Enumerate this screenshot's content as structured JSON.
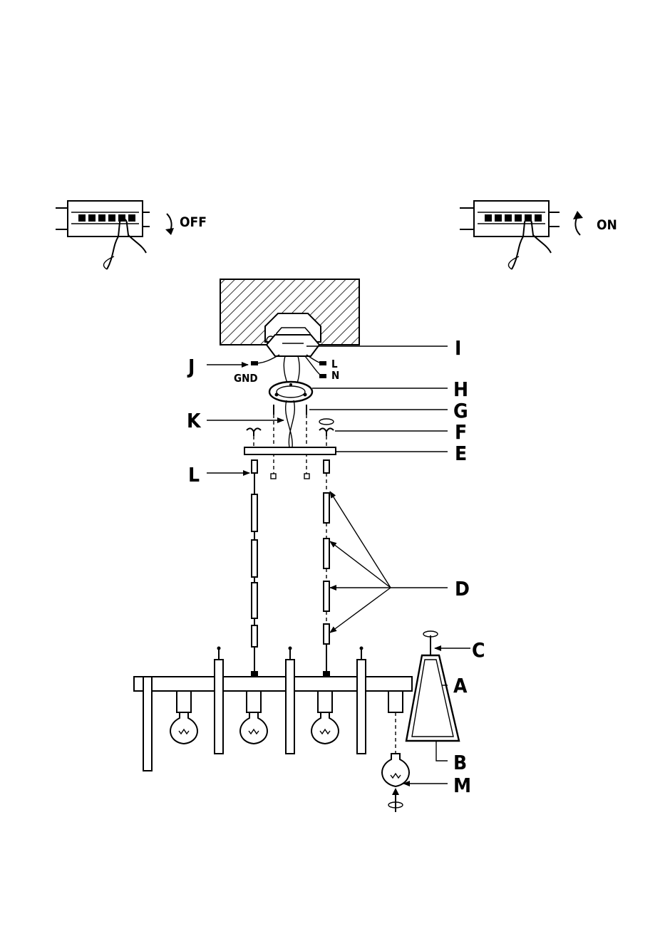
{
  "switches": {
    "off_label": "OFF",
    "on_label": "ON"
  },
  "parts": {
    "A": "A",
    "B": "B",
    "C": "C",
    "D": "D",
    "E": "E",
    "F": "F",
    "G": "G",
    "H": "H",
    "I": "I",
    "J": "J",
    "K": "K",
    "L": "L",
    "M": "M"
  },
  "wires": {
    "gnd": "GND",
    "live": "L",
    "neutral": "N"
  },
  "colors": {
    "line": "#000000",
    "background": "#ffffff"
  }
}
